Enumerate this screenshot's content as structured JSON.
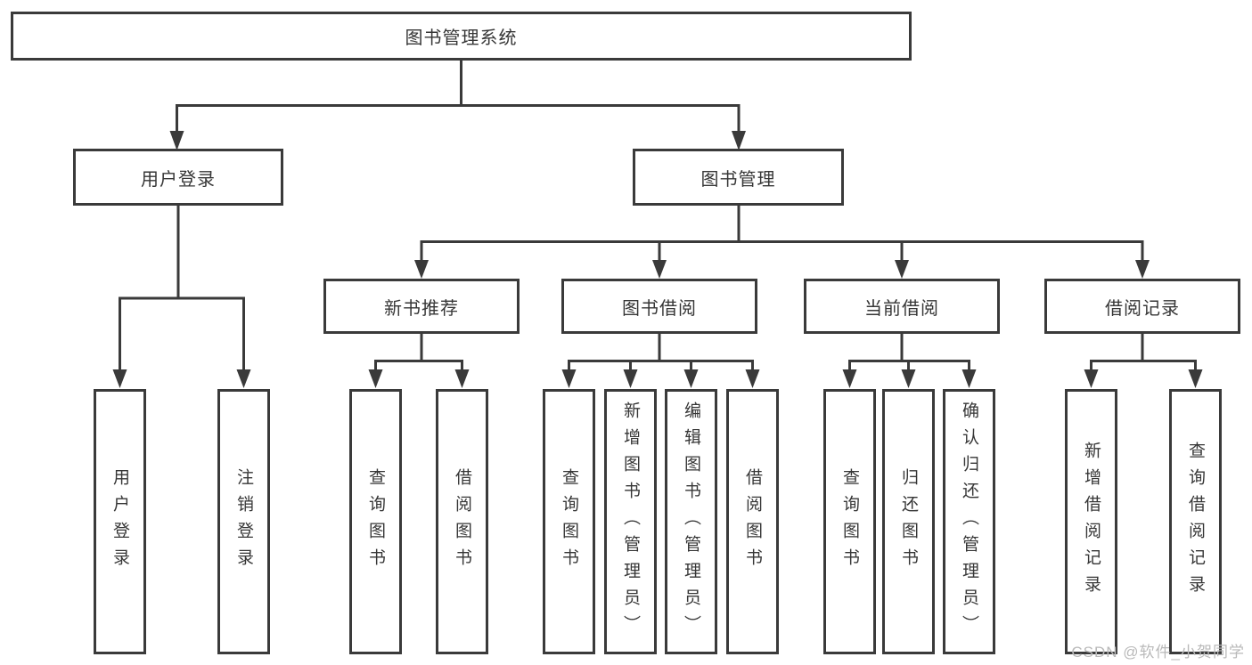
{
  "diagram": {
    "root": {
      "label": "图书管理系统"
    },
    "level1": [
      {
        "label": "用户登录"
      },
      {
        "label": "图书管理"
      }
    ],
    "level2": [
      {
        "label": "新书推荐"
      },
      {
        "label": "图书借阅"
      },
      {
        "label": "当前借阅"
      },
      {
        "label": "借阅记录"
      }
    ],
    "leaves": [
      {
        "label": "用户登录",
        "parent": "用户登录"
      },
      {
        "label": "注销登录",
        "parent": "用户登录"
      },
      {
        "label": "查询图书",
        "parent": "新书推荐"
      },
      {
        "label": "借阅图书",
        "parent": "新书推荐"
      },
      {
        "label": "查询图书",
        "parent": "图书借阅"
      },
      {
        "label": "新增图书（管理员）",
        "parent": "图书借阅"
      },
      {
        "label": "编辑图书（管理员）",
        "parent": "图书借阅"
      },
      {
        "label": "借阅图书",
        "parent": "图书借阅"
      },
      {
        "label": "查询图书",
        "parent": "当前借阅"
      },
      {
        "label": "归还图书",
        "parent": "当前借阅"
      },
      {
        "label": "确认归还（管理员）",
        "parent": "当前借阅"
      },
      {
        "label": "新增借阅记录",
        "parent": "借阅记录"
      },
      {
        "label": "查询借阅记录",
        "parent": "借阅记录"
      }
    ]
  },
  "watermark": {
    "text": "CSDN @软件_小贺同学"
  },
  "colors": {
    "line": "#3a3a3a",
    "box_border": "#3a3a3a",
    "text": "#363636",
    "watermark": "#b9b9b9",
    "background": "#ffffff"
  }
}
